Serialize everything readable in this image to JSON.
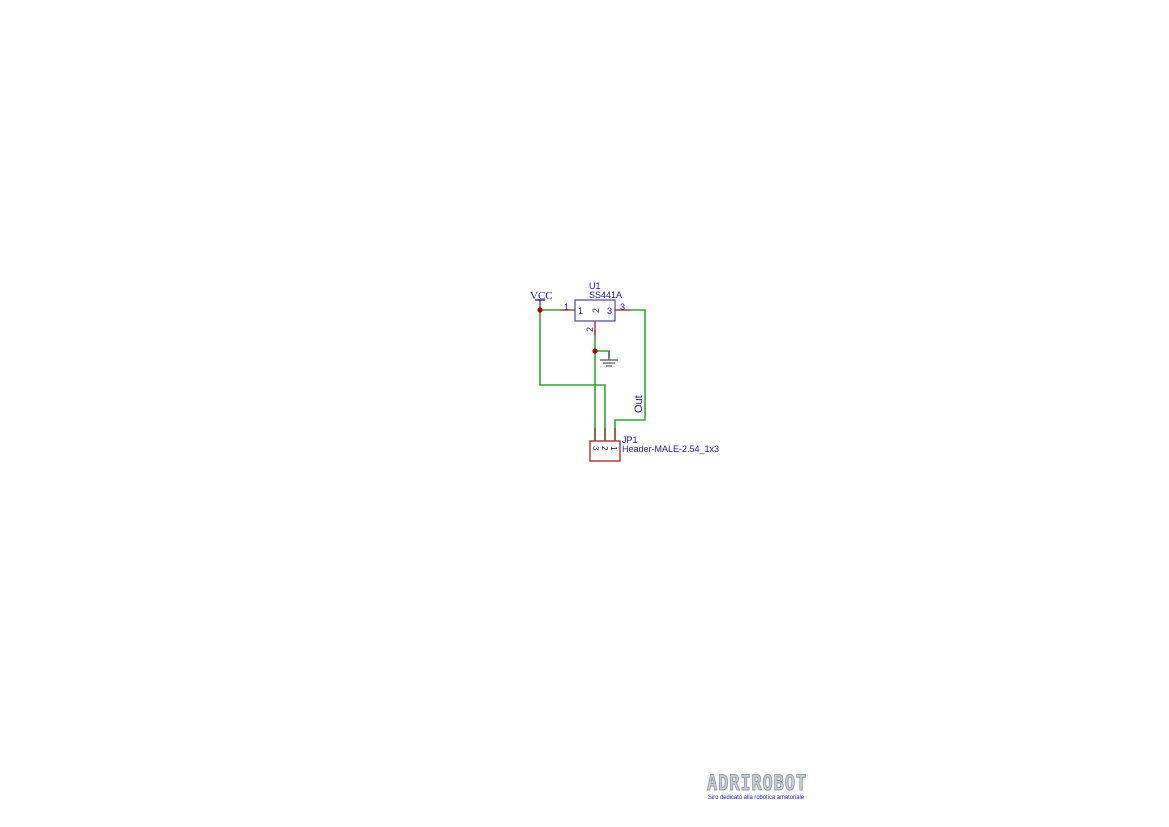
{
  "schematic": {
    "power": {
      "label": "VCC"
    },
    "u1": {
      "ref": "U1",
      "value": "SS441A",
      "pin1": "1",
      "pin2": "2",
      "pin3": "3",
      "pin1_inner": "1",
      "pin2_inner": "2",
      "pin3_inner": "3"
    },
    "jp1": {
      "ref": "JP1",
      "value": "Header-MALE-2.54_1x3",
      "pin_nums": [
        "3",
        "2",
        "1"
      ]
    },
    "net_out": {
      "label": "Out"
    }
  },
  "logo": {
    "name": "ADRIROBOT",
    "tagline": "Siro dedicato alla robotica amatoriale"
  },
  "colors": {
    "wire": "#2ea82e",
    "pin": "#b03030",
    "text": "#1a1aa8",
    "junction": "#b00000"
  }
}
